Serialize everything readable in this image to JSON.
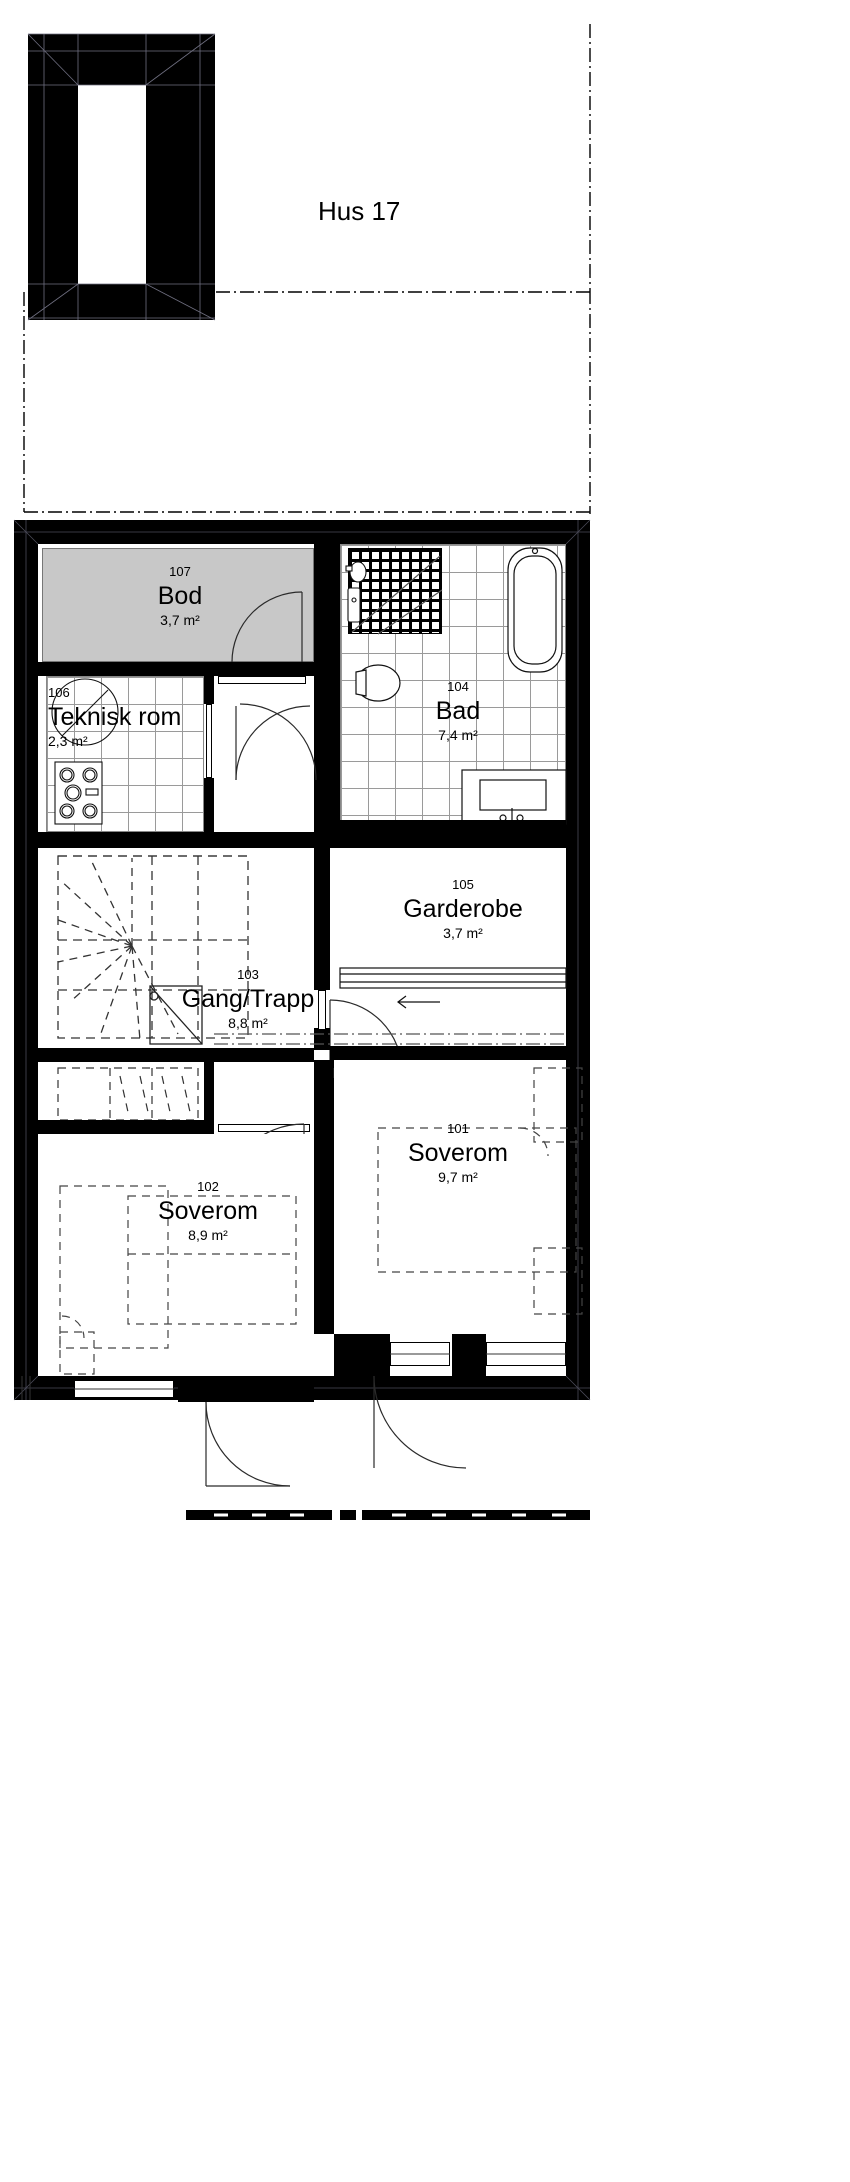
{
  "plan": {
    "title": "Hus 17",
    "units": "m²",
    "rooms": [
      {
        "id": "107",
        "name": "Bod",
        "area": "3,7 m²"
      },
      {
        "id": "104",
        "name": "Bad",
        "area": "7,4 m²"
      },
      {
        "id": "106",
        "name": "Teknisk rom",
        "area": "2,3 m²"
      },
      {
        "id": "105",
        "name": "Garderobe",
        "area": "3,7 m²"
      },
      {
        "id": "103",
        "name": "Gang/Trapp",
        "area": "8,8 m²"
      },
      {
        "id": "101",
        "name": "Soverom",
        "area": "9,7 m²"
      },
      {
        "id": "102",
        "name": "Soverom",
        "area": "8,9 m²"
      }
    ],
    "colors": {
      "wall": "#000000",
      "room_highlight": "#c8c8c8",
      "tile_line": "#9a9a9a",
      "background": "#ffffff",
      "dashed_line": "#555555"
    }
  }
}
